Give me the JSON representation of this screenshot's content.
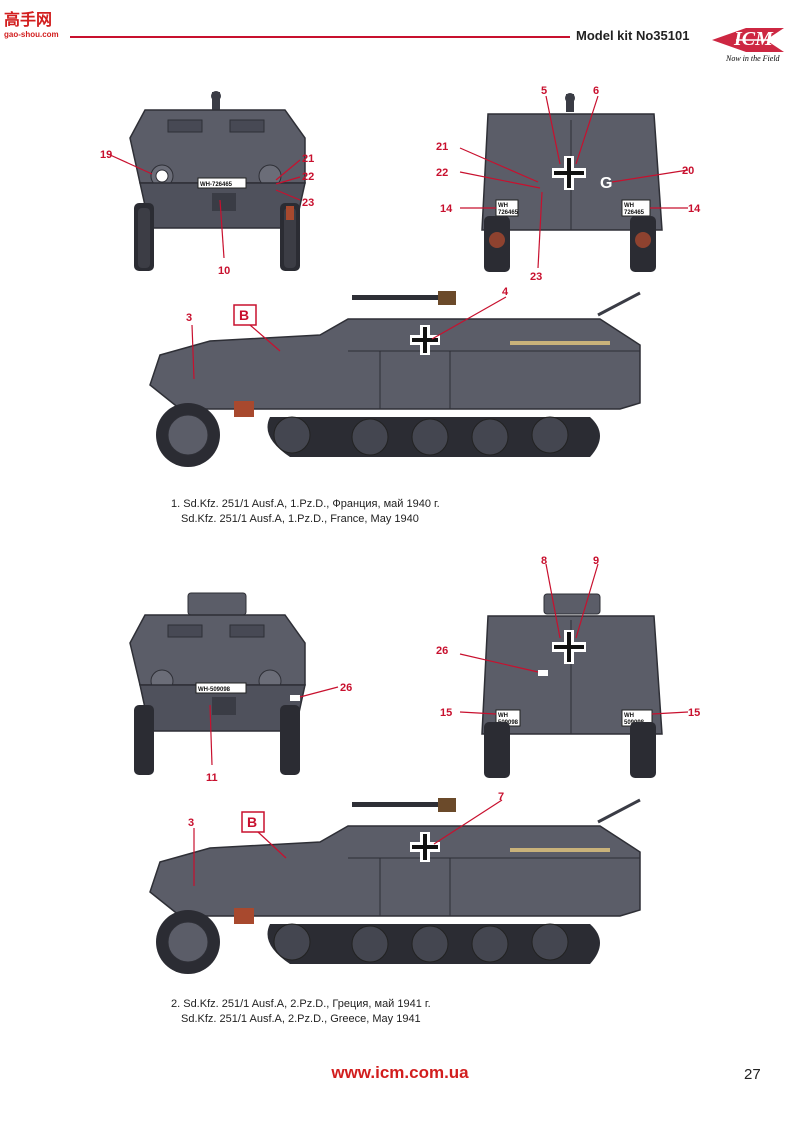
{
  "watermark": {
    "glyphs": "高手网",
    "url": "gao-shou.com"
  },
  "header": {
    "model_kit": "Model kit No35101"
  },
  "logo": {
    "brand": "ICM",
    "tagline": "Now in the Field"
  },
  "plates": {
    "front1": "WH-726465",
    "rear1_left": "WH\n726465",
    "rear1_left_a": "WH",
    "rear1_left_b": "726465",
    "rear1_right_a": "WH",
    "rear1_right_b": "726465",
    "front2": "WH-509098",
    "rear2_left_a": "WH",
    "rear2_left_b": "509098",
    "rear2_right_a": "WH",
    "rear2_right_b": "509098"
  },
  "markers": {
    "front1": [
      "19",
      "21",
      "22",
      "23",
      "10"
    ],
    "rear1": [
      "5",
      "6",
      "21",
      "22",
      "20",
      "14",
      "14",
      "23"
    ],
    "side1": [
      "3",
      "4"
    ],
    "front2": [
      "26",
      "11"
    ],
    "rear2": [
      "8",
      "9",
      "26",
      "15",
      "15"
    ],
    "side2": [
      "3",
      "7"
    ],
    "letter_G": "G",
    "box_B": "B"
  },
  "captions": {
    "v1_ru": "1. Sd.Kfz. 251/1 Ausf.A, 1.Pz.D., Франция, май 1940 г.",
    "v1_en": "Sd.Kfz. 251/1 Ausf.A, 1.Pz.D., France, May 1940",
    "v2_ru": "2. Sd.Kfz. 251/1 Ausf.A, 2.Pz.D., Греция, май 1941 г.",
    "v2_en": "Sd.Kfz. 251/1 Ausf.A, 2.Pz.D., Greece, May 1941"
  },
  "footer": {
    "url": "www.icm.com.ua",
    "page": "27"
  },
  "colors": {
    "accent": "#c8102e",
    "vehicle_grey": "#5b5d68",
    "rust": "#a8492e"
  }
}
